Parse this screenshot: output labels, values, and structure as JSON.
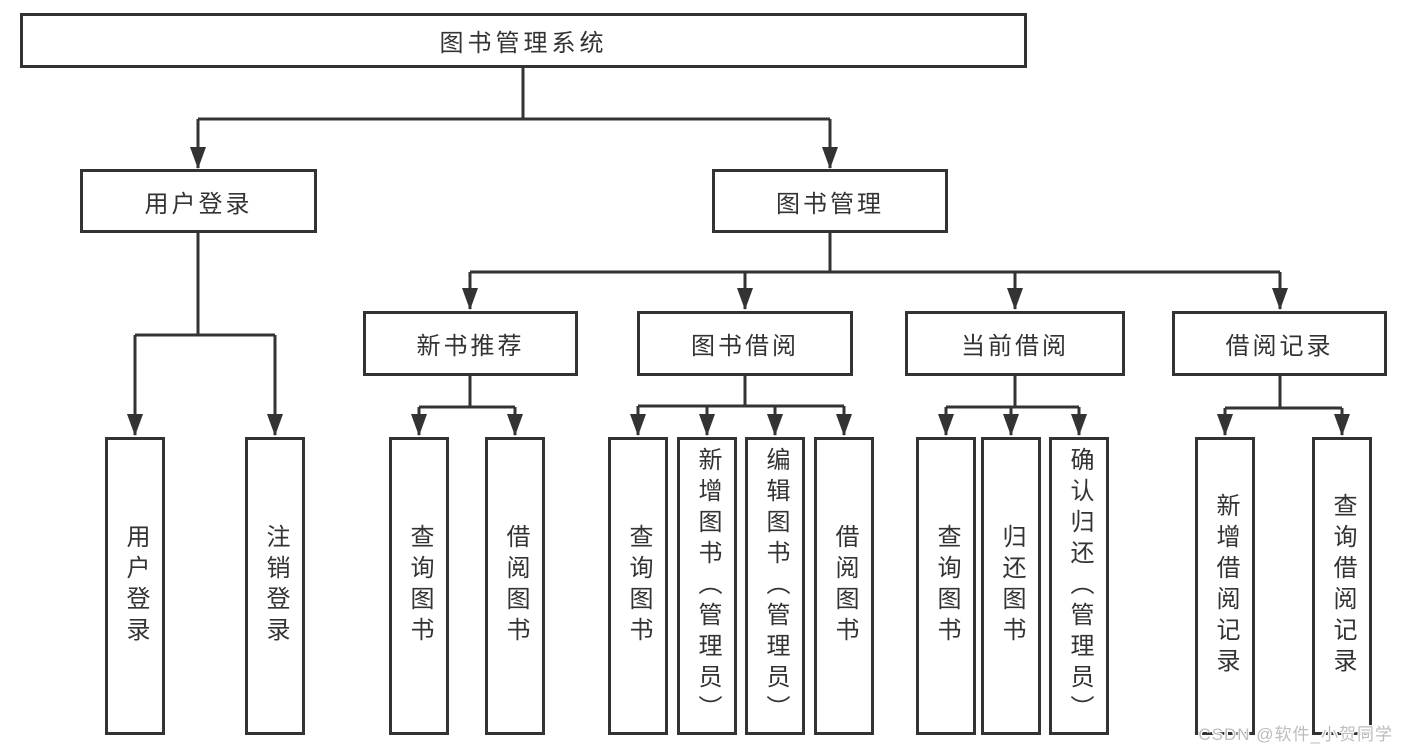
{
  "diagram": {
    "root": {
      "label": "图书管理系统"
    },
    "login": {
      "label": "用户登录",
      "children": [
        {
          "label": "用户登录"
        },
        {
          "label": "注销登录"
        }
      ]
    },
    "management": {
      "label": "图书管理",
      "sections": [
        {
          "label": "新书推荐",
          "children": [
            {
              "label": "查询图书"
            },
            {
              "label": "借阅图书"
            }
          ]
        },
        {
          "label": "图书借阅",
          "children": [
            {
              "label": "查询图书"
            },
            {
              "label": "新增图书（管理员）"
            },
            {
              "label": "编辑图书（管理员）"
            },
            {
              "label": "借阅图书"
            }
          ]
        },
        {
          "label": "当前借阅",
          "children": [
            {
              "label": "查询图书"
            },
            {
              "label": "归还图书"
            },
            {
              "label": "确认归还（管理员）"
            }
          ]
        },
        {
          "label": "借阅记录",
          "children": [
            {
              "label": "新增借阅记录"
            },
            {
              "label": "查询借阅记录"
            }
          ]
        }
      ]
    }
  },
  "watermark": {
    "text": "CSDN @软件_小贺同学"
  },
  "colors": {
    "line": "#333333",
    "box_border": "#333333",
    "box_fill": "#ffffff",
    "text": "#333333",
    "watermark_text": "#bdbdbd",
    "background": "#ffffff"
  }
}
